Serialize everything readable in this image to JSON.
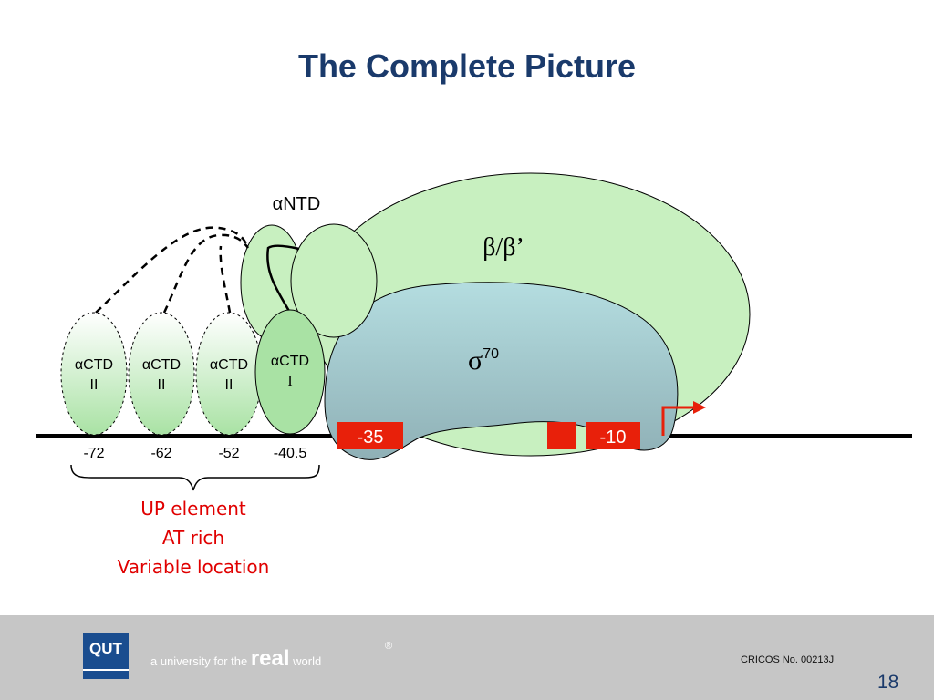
{
  "slide": {
    "title": "The Complete Picture"
  },
  "diagram": {
    "alpha_ntd": "αNTD",
    "beta_label": "β/β’",
    "sigma_symbol": "σ",
    "sigma_sup": "70",
    "ctd_units": [
      {
        "name": "αCTD",
        "num": "II",
        "pos": "-72"
      },
      {
        "name": "αCTD",
        "num": "II",
        "pos": "-62"
      },
      {
        "name": "αCTD",
        "num": "II",
        "pos": "-52"
      },
      {
        "name": "αCTD",
        "num": "I",
        "pos": "-40.5"
      }
    ],
    "box_minus35": "-35",
    "box_minus10": "-10",
    "up_element": [
      "UP element",
      "AT rich",
      "Variable location"
    ]
  },
  "footer": {
    "logo_text": "QUT",
    "tagline_prefix": "a university for the",
    "tagline_real": "real",
    "tagline_world": "world",
    "registered": "®",
    "cricos": "CRICOS No. 00213J",
    "page_number": "18"
  },
  "colors": {
    "title": "#1a3a6b",
    "green_fill": "#c8f0c0",
    "sigma_fill": "#a8cdd0",
    "box_red": "#e8200a",
    "up_text": "#e00000",
    "footer_bg": "#c6c6c6"
  }
}
